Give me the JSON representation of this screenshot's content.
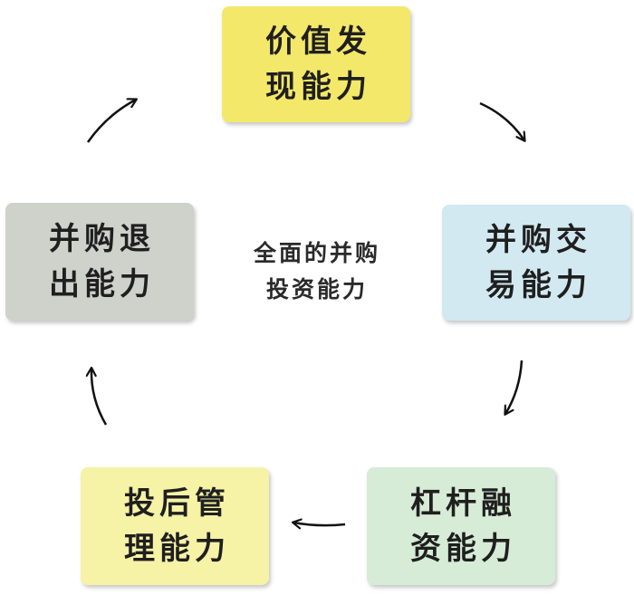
{
  "center": {
    "line1": "全面的并购",
    "line2": "投资能力"
  },
  "nodes": [
    {
      "id": "value-discovery",
      "line1": "价值发",
      "line2": "现能力",
      "color": "#f4e86a"
    },
    {
      "id": "ma-transaction",
      "line1": "并购交",
      "line2": "易能力",
      "color": "#d2e9f1"
    },
    {
      "id": "leveraged-financing",
      "line1": "杠杆融",
      "line2": "资能力",
      "color": "#d6ecd7"
    },
    {
      "id": "post-investment-management",
      "line1": "投后管",
      "line2": "理能力",
      "color": "#f6f2a6"
    },
    {
      "id": "ma-exit",
      "line1": "并购退",
      "line2": "出能力",
      "color": "#cfd1cb"
    }
  ],
  "connections": [
    {
      "from": "value-discovery",
      "to": "ma-transaction"
    },
    {
      "from": "ma-transaction",
      "to": "leveraged-financing"
    },
    {
      "from": "leveraged-financing",
      "to": "post-investment-management"
    },
    {
      "from": "post-investment-management",
      "to": "ma-exit"
    },
    {
      "from": "ma-exit",
      "to": "value-discovery"
    }
  ]
}
